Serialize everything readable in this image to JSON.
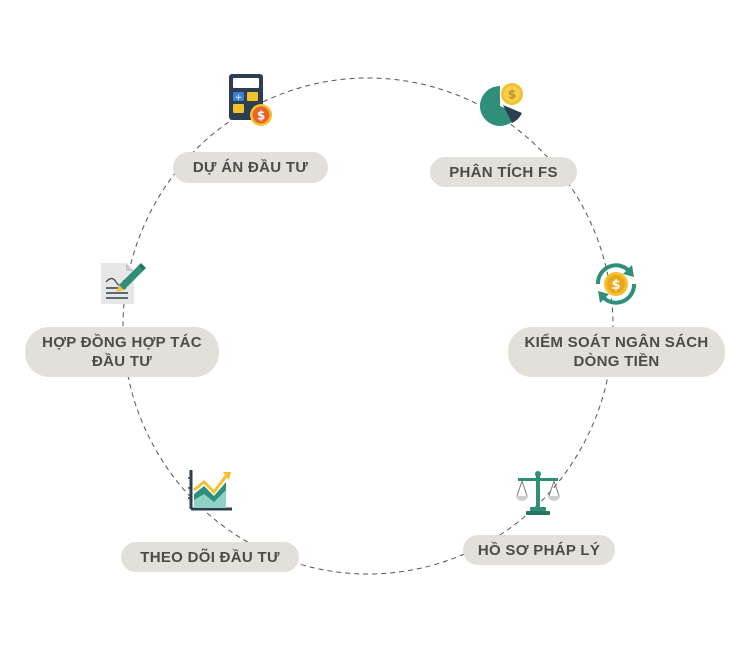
{
  "diagram": {
    "nodes": [
      {
        "id": "du-an",
        "lines": [
          "DỰ ÁN ĐẦU TƯ"
        ],
        "icon": "calculator-coin-icon"
      },
      {
        "id": "phan-tich",
        "lines": [
          "PHÂN TÍCH FS"
        ],
        "icon": "pie-chart-coin-icon"
      },
      {
        "id": "kiem-soat",
        "lines": [
          "KIỂM SOÁT NGÂN SÁCH",
          "DÒNG TIỀN"
        ],
        "icon": "coin-cycle-icon"
      },
      {
        "id": "ho-so",
        "lines": [
          "HỒ SƠ PHÁP LÝ"
        ],
        "icon": "scales-icon"
      },
      {
        "id": "theo-doi",
        "lines": [
          "THEO DÕI ĐẦU TƯ"
        ],
        "icon": "growth-chart-icon"
      },
      {
        "id": "hop-dong",
        "lines": [
          "HỢP ĐỒNG HỢP TÁC",
          "ĐẦU TƯ"
        ],
        "icon": "contract-pen-icon"
      }
    ],
    "colors": {
      "pill_bg": "#e3e0da",
      "text": "#4b4b4b",
      "teal": "#2f8f7a",
      "gold": "#f3c12b",
      "orange": "#e8622c",
      "navy": "#2d3e50",
      "ring": "#555555"
    }
  }
}
